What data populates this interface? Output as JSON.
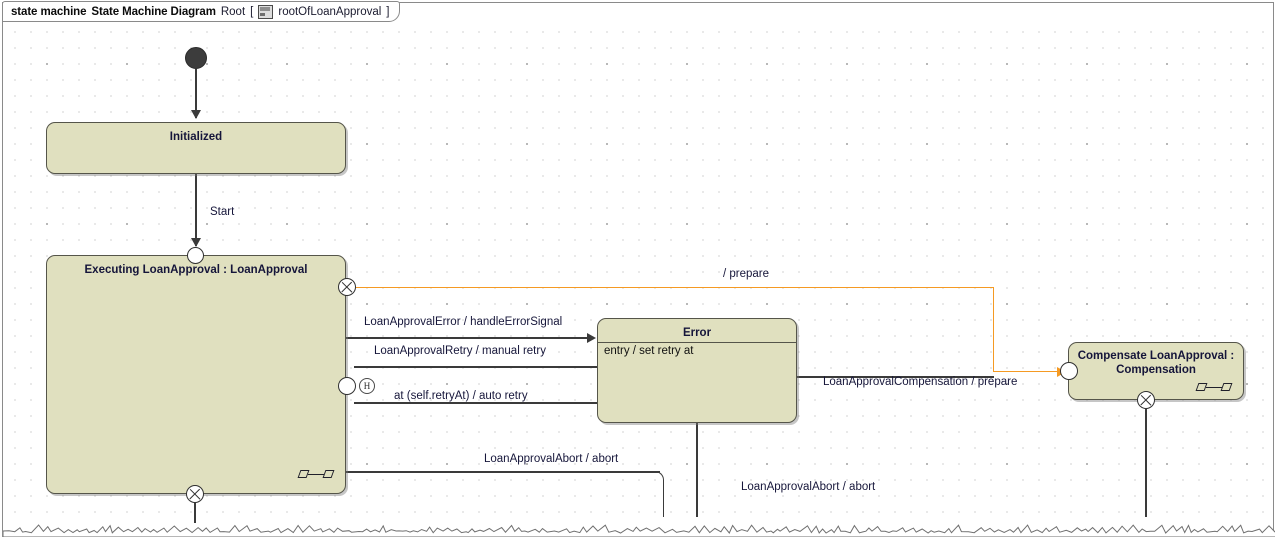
{
  "header": {
    "keyword": "state machine",
    "diagram_type": "State Machine Diagram",
    "context": "Root",
    "bracket_open": "[",
    "icon": "state-machine-icon",
    "root_name": "rootOfLoanApproval",
    "bracket_close": "]"
  },
  "canvas": {
    "background": "#ffffff",
    "grid_dot_color": "#9a9a9a",
    "state_fill": "#e0e0bf",
    "state_border": "#55554a",
    "edge_color": "#3a3a3a",
    "highlight_color": "#f59a23",
    "label_color": "#16163a"
  },
  "states": [
    {
      "id": "initialized",
      "name": "Initialized",
      "body": "",
      "has_compartment": false,
      "has_submachine_icon": false
    },
    {
      "id": "executing",
      "name": "Executing LoanApproval : LoanApproval",
      "body": "",
      "has_compartment": false,
      "has_submachine_icon": true
    },
    {
      "id": "error",
      "name": "Error",
      "body": "entry / set retry at",
      "has_compartment": true,
      "has_submachine_icon": false
    },
    {
      "id": "compensate",
      "name_line1": "Compensate LoanApproval :",
      "name_line2": "Compensation",
      "body": "",
      "has_compartment": false,
      "has_submachine_icon": true
    }
  ],
  "pseudostates": [
    {
      "id": "initial",
      "kind": "initial-node",
      "label": ""
    },
    {
      "id": "executing-entry-top",
      "kind": "entry-point",
      "label": ""
    },
    {
      "id": "executing-exit-top-right",
      "kind": "exit-point",
      "label": ""
    },
    {
      "id": "executing-entry-left-retry",
      "kind": "entry-point",
      "label": ""
    },
    {
      "id": "executing-history",
      "kind": "history-node",
      "label": "H"
    },
    {
      "id": "executing-exit-bottom",
      "kind": "exit-point",
      "label": ""
    },
    {
      "id": "compensate-entry-left",
      "kind": "entry-point",
      "label": ""
    },
    {
      "id": "compensate-exit-bottom",
      "kind": "exit-point",
      "label": ""
    }
  ],
  "transitions": [
    {
      "id": "t-start",
      "label": "Start"
    },
    {
      "id": "t-prepare",
      "label": "/ prepare"
    },
    {
      "id": "t-error",
      "label": "LoanApprovalError / handleErrorSignal"
    },
    {
      "id": "t-manual-retry",
      "label": "LoanApprovalRetry / manual retry"
    },
    {
      "id": "t-auto-retry",
      "label": "at (self.retryAt) / auto retry"
    },
    {
      "id": "t-compensation",
      "label": "LoanApprovalCompensation / prepare"
    },
    {
      "id": "t-abort-1",
      "label": "LoanApprovalAbort / abort"
    },
    {
      "id": "t-abort-2",
      "label": "LoanApprovalAbort / abort"
    }
  ]
}
